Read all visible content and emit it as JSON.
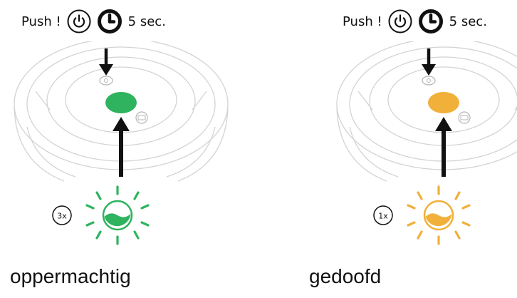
{
  "colors": {
    "green": "#2fb35f",
    "orange": "#f0b03a",
    "device_line": "#d3d3d3",
    "ink": "#111111"
  },
  "panels": [
    {
      "push_label": "Push !",
      "power_icon": "power-icon",
      "clock_icon": "clock-icon",
      "duration": "5 sec.",
      "blink_count": "3x",
      "indicator_color": "green",
      "caption": "oppermachtig"
    },
    {
      "push_label": "Push !",
      "power_icon": "power-icon",
      "clock_icon": "clock-icon",
      "duration": "5 sec.",
      "blink_count": "1x",
      "indicator_color": "orange",
      "caption": "gedoofd"
    }
  ]
}
